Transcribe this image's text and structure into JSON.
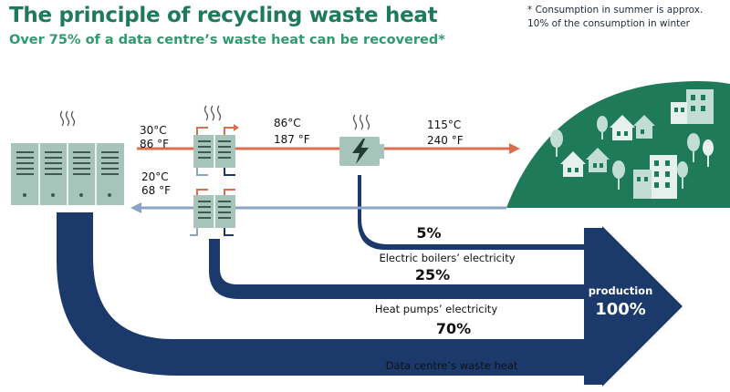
{
  "title": "The principle of recycling waste heat",
  "subtitle": "Over 75% of a data centre’s waste heat can be recovered*",
  "footnote": {
    "line1": "* Consumption in summer is approx.",
    "line2": "10% of the consumption in winter"
  },
  "temperatures": {
    "outflow_1_c": "30°C",
    "outflow_1_f": "86 °F",
    "outflow_2_c": "86°C",
    "outflow_2_f": "187 °F",
    "outflow_3_c": "115°C",
    "outflow_3_f": "240 °F",
    "return_c": "20°C",
    "return_f": "68 °F"
  },
  "flows": [
    {
      "percent": "5%",
      "label": "Electric boilers’ electricity"
    },
    {
      "percent": "25%",
      "label": "Heat pumps’ electricity"
    },
    {
      "percent": "70%",
      "label": "Data centre’s waste heat"
    }
  ],
  "production": {
    "label": "production",
    "percent": "100%"
  },
  "colors": {
    "title_green": "#1f7a5a",
    "subtitle_green": "#2f9a6e",
    "server_gray": "#a7c4ba",
    "hot_pipe": "#d96f4e",
    "cold_pipe": "#8aa3c6",
    "navy_flow": "#1b3a6b",
    "city_green": "#1f7a5a",
    "building_green": "#c2ddd3"
  },
  "icons": [
    "heat-waves-icon",
    "server-rack-icon",
    "heat-pump-icon",
    "electric-boiler-icon",
    "house-icon",
    "building-icon",
    "tree-icon"
  ]
}
